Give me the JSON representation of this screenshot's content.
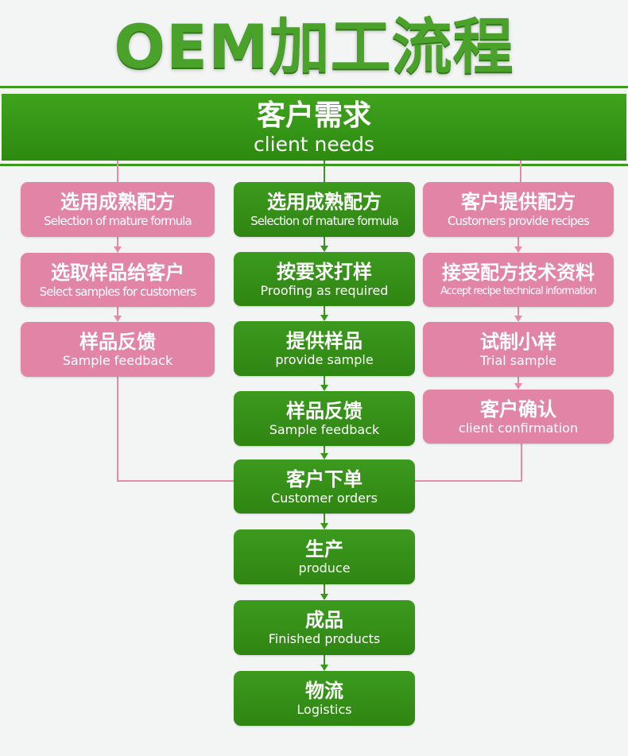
{
  "title": "OEM加工流程",
  "header": {
    "cn": "客户需求",
    "en": "client needs"
  },
  "left": [
    {
      "cn": "选用成熟配方",
      "en": "Selection of mature formula"
    },
    {
      "cn": "选取样品给客户",
      "en": "Select samples for customers"
    },
    {
      "cn": "样品反馈",
      "en": "Sample feedback"
    }
  ],
  "center": [
    {
      "cn": "选用成熟配方",
      "en": "Selection of mature formula"
    },
    {
      "cn": "按要求打样",
      "en": "Proofing as required"
    },
    {
      "cn": "提供样品",
      "en": "provide sample"
    },
    {
      "cn": "样品反馈",
      "en": "Sample feedback"
    },
    {
      "cn": "客户下单",
      "en": "Customer orders"
    },
    {
      "cn": "生产",
      "en": "produce"
    },
    {
      "cn": "成品",
      "en": "Finished products"
    },
    {
      "cn": "物流",
      "en": "Logistics"
    }
  ],
  "right": [
    {
      "cn": "客户提供配方",
      "en": "Customers provide recipes"
    },
    {
      "cn": "接受配方技术资料",
      "en": "Accept recipe technical information"
    },
    {
      "cn": "试制小样",
      "en": "Trial sample"
    },
    {
      "cn": "客户确认",
      "en": "client confirmation"
    }
  ],
  "colors": {
    "green": "#3a971b",
    "pink": "#e284a6",
    "title_green": "#4aa22a",
    "background": "#f3f4f4"
  }
}
